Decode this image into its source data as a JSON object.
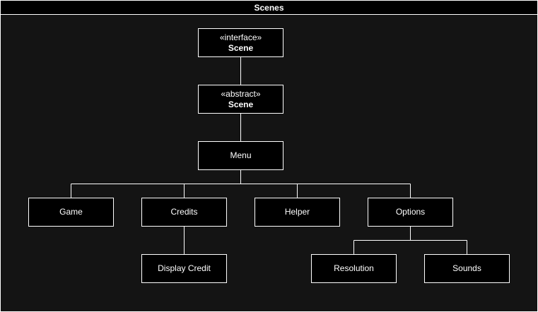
{
  "title": "Scenes",
  "colors": {
    "background": "#141414",
    "node_fill": "#000000",
    "stroke": "#ffffff",
    "text": "#ffffff"
  },
  "nodes": {
    "interface_scene": {
      "stereotype": "«interface»",
      "name": "Scene"
    },
    "abstract_scene": {
      "stereotype": "«abstract»",
      "name": "Scene"
    },
    "menu": {
      "name": "Menu"
    },
    "game": {
      "name": "Game"
    },
    "credits": {
      "name": "Credits"
    },
    "helper": {
      "name": "Helper"
    },
    "options": {
      "name": "Options"
    },
    "display_credit": {
      "name": "Display Credit"
    },
    "resolution": {
      "name": "Resolution"
    },
    "sounds": {
      "name": "Sounds"
    }
  },
  "edges": [
    {
      "from": "interface_scene",
      "to": "abstract_scene"
    },
    {
      "from": "abstract_scene",
      "to": "menu"
    },
    {
      "from": "menu",
      "to": "game"
    },
    {
      "from": "menu",
      "to": "credits"
    },
    {
      "from": "menu",
      "to": "helper"
    },
    {
      "from": "menu",
      "to": "options"
    },
    {
      "from": "credits",
      "to": "display_credit"
    },
    {
      "from": "options",
      "to": "resolution"
    },
    {
      "from": "options",
      "to": "sounds"
    }
  ]
}
